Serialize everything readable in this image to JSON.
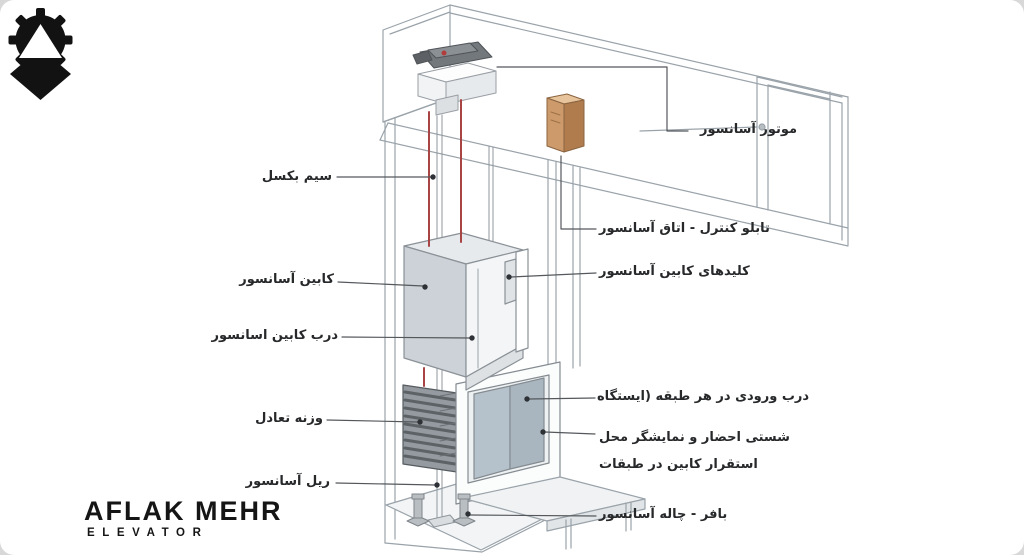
{
  "logo": {
    "brand": "AFLAK MEHR",
    "sub": "ELEVATOR"
  },
  "colors": {
    "rope": "#a84444",
    "door_panel": "#b6c2cb",
    "control_panel_front": "#cd9a6b",
    "counterweight": "#949a9f",
    "line": "#9aa3aa",
    "leader": "#54585c"
  },
  "labels": {
    "left": [
      {
        "id": "wire-rope",
        "text": "سیم بکسل"
      },
      {
        "id": "cabin",
        "text": "کابین آسانسور"
      },
      {
        "id": "cabin-door",
        "text": "درب کابین اسانسور"
      },
      {
        "id": "counterweight",
        "text": "وزنه تعادل"
      },
      {
        "id": "rail",
        "text": "ریل آسانسور"
      }
    ],
    "right": [
      {
        "id": "motor",
        "text": "موتور آسانسور"
      },
      {
        "id": "control-panel",
        "text": "تابلو کنترل - اتاق آسانسور"
      },
      {
        "id": "cabin-keys",
        "text": "کلیدهای کابین آسانسور"
      },
      {
        "id": "entrance-door",
        "text": "درب ورودی در هر طبقه (ایستگاه"
      },
      {
        "id": "call-button",
        "text": "شستی احضار و نمایشگر محل\nاستقرار کابین در طبقات"
      },
      {
        "id": "buffer",
        "text": "بافر - چاله آسانسور"
      }
    ]
  }
}
